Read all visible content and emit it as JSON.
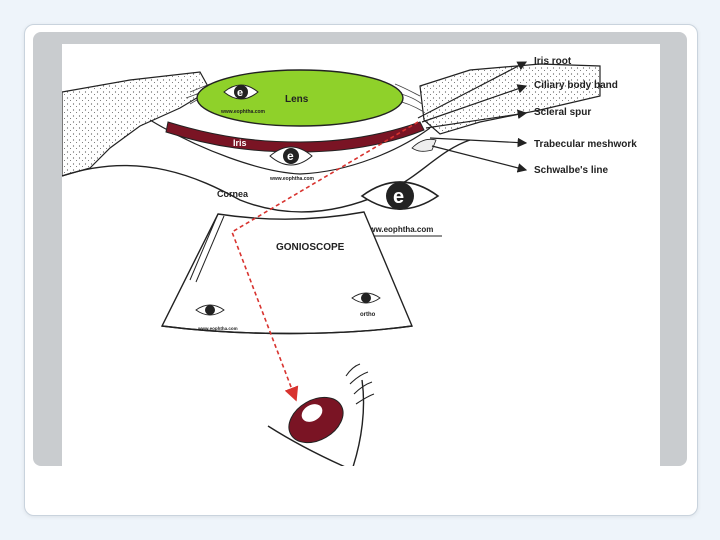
{
  "diagram": {
    "labels": {
      "iris_root": "Iris root",
      "ciliary_body_band": "Ciliary body band",
      "scleral_spur": "Scleral spur",
      "trabecular_meshwork": "Trabecular meshwork",
      "schwalbe_line": "Schwalbe's line",
      "lens": "Lens",
      "iris": "Iris",
      "cornea": "Cornea",
      "gonioscope": "GONIOSCOPE"
    },
    "watermarks": {
      "site_small": "www.eophtha.com",
      "site_large": "www.eophtha.com",
      "logo_letter": "e",
      "ortho": "ortho"
    },
    "colors": {
      "lens_fill": "#8fd12a",
      "iris_fill": "#7a1424",
      "ray_line": "#d8332f",
      "outline": "#222222",
      "panel": "#c9cccf"
    }
  }
}
